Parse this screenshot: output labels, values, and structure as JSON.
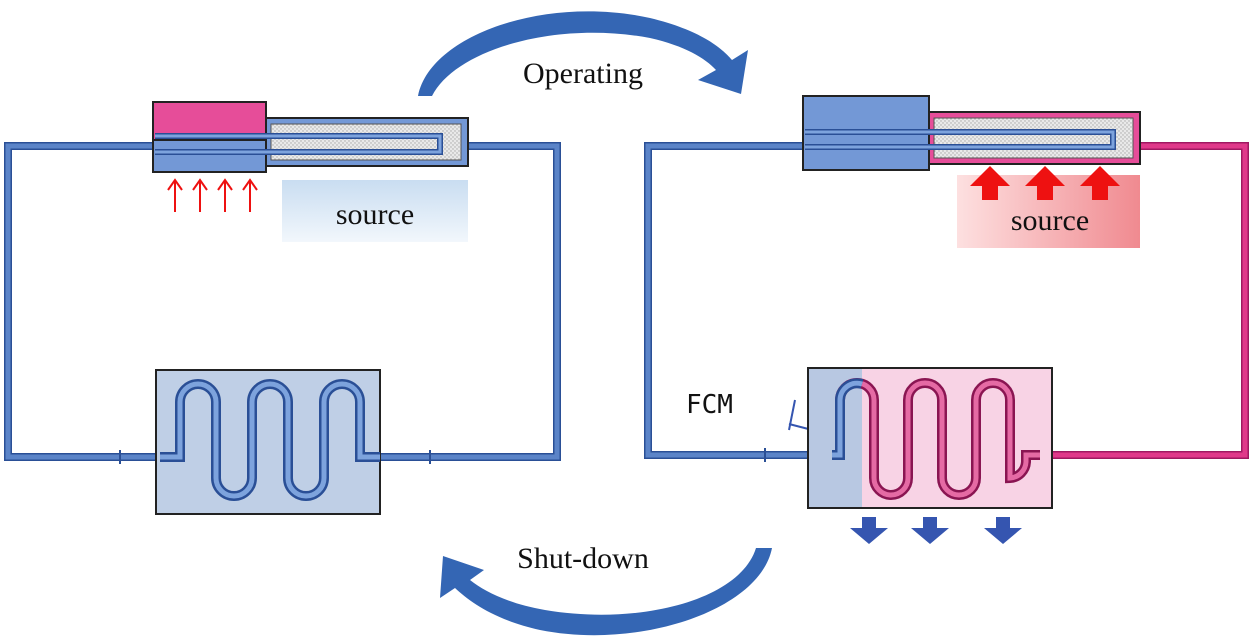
{
  "labels": {
    "operating": "Operating",
    "shutdown": "Shut-down",
    "source_left": "source",
    "source_right": "source",
    "fcm": "FCM"
  },
  "colors": {
    "pipe_blue": "#5b84c8",
    "pipe_blue_dark": "#2a4f96",
    "pipe_pink": "#e0388a",
    "pink_block": "#e64d99",
    "blue_block": "#7398d6",
    "tank_fill": "#bfcfe6",
    "tank_fill_pink": "#f8d3e5",
    "source_cool": "#dbe9f6",
    "source_hot": "#f4a3a8",
    "arrow_red": "#ee1111",
    "arrow_blue": "#3555b0",
    "curve_arrow": "#3466b4"
  }
}
